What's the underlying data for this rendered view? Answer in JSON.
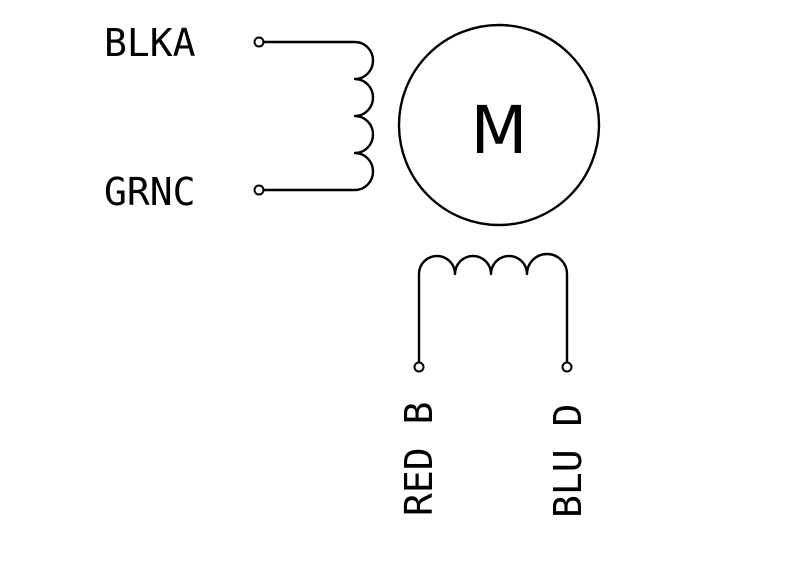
{
  "motor": {
    "symbol": "M"
  },
  "windings": [
    {
      "id": "vertical",
      "terminals": [
        "BLKA",
        "GRNC"
      ]
    },
    {
      "id": "horizontal",
      "terminals": [
        "RED B",
        "BLU D"
      ]
    }
  ],
  "labels": {
    "blka": "BLKA",
    "grnc": "GRNC",
    "red_b": "RED B",
    "blu_d": "BLU D"
  },
  "colors": {
    "ink": "#000000",
    "background": "#ffffff"
  }
}
